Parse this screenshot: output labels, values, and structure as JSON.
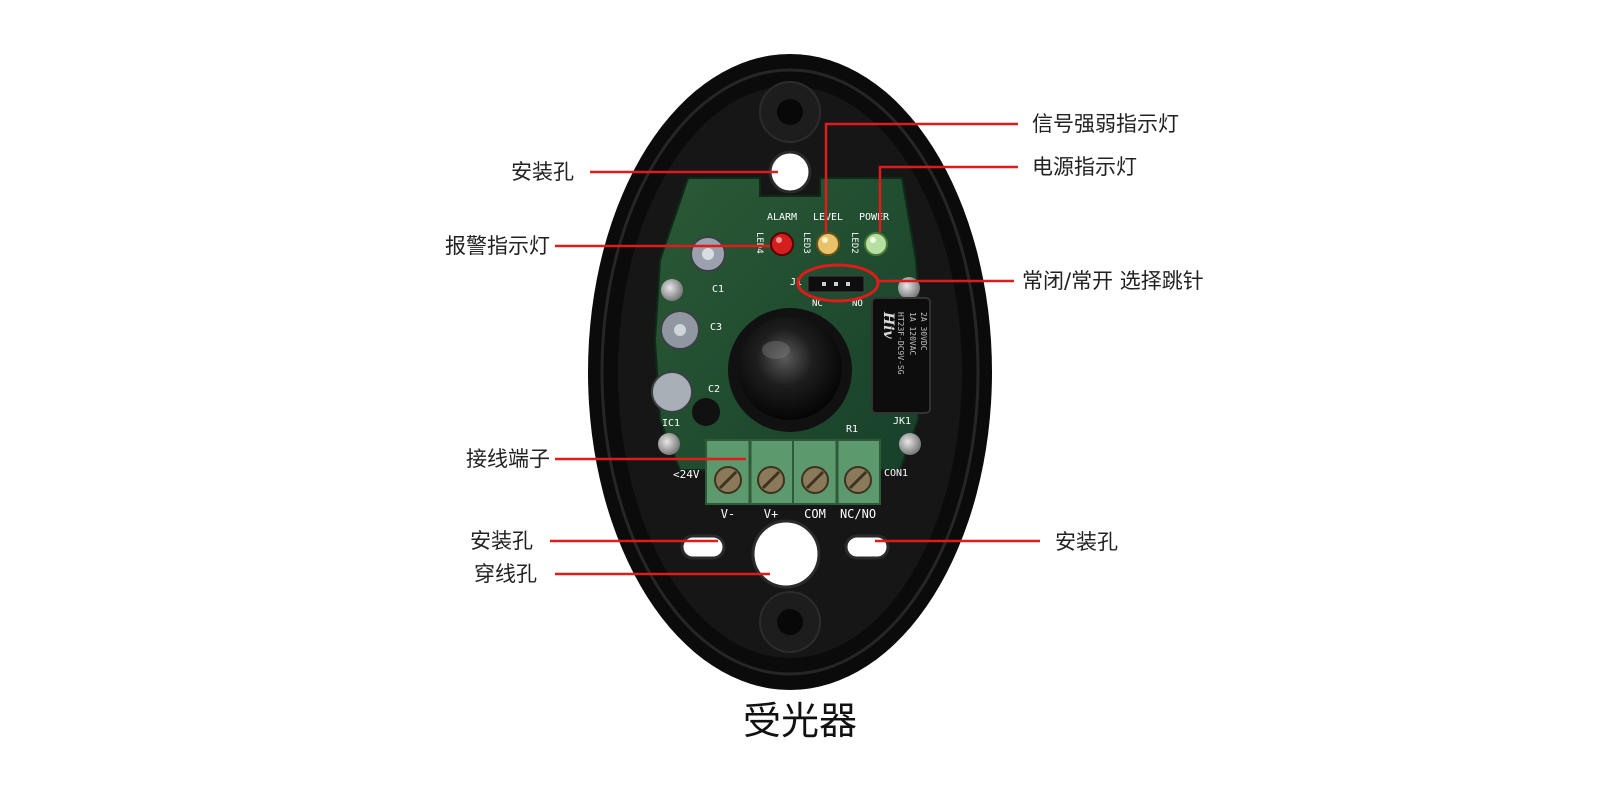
{
  "callouts": {
    "mount_hole_top": "安装孔",
    "signal_led": "信号强弱指示灯",
    "power_led": "电源指示灯",
    "alarm_led": "报警指示灯",
    "jumper": "常闭/常开 选择跳针",
    "terminal": "接线端子",
    "mount_hole_left": "安装孔",
    "wire_hole": "穿线孔",
    "mount_hole_right": "安装孔"
  },
  "board": {
    "led_labels": [
      "ALARM",
      "LEVEL",
      "POWER"
    ],
    "led_ids": [
      "LED4",
      "LED3",
      "LED2"
    ],
    "parts": [
      "C1",
      "C3",
      "C2",
      "IC1",
      "R1",
      "JK1",
      "CON1",
      "J1"
    ],
    "jumper_labels": [
      "NC",
      "NO"
    ],
    "voltage": "<24V",
    "terminal_labels": [
      "V-",
      "V+",
      "COM",
      "NC/NO"
    ],
    "relay_text": [
      "Hiv",
      "HT23F-DC9V-SG",
      "1A 120VAC",
      "2A 30VDC"
    ]
  },
  "caption": "受光器",
  "colors": {
    "leader": "#e01b1b",
    "housing": "#0b0b0b",
    "pcb": "#1f4a2c",
    "terminal": "#5c9a6e"
  }
}
